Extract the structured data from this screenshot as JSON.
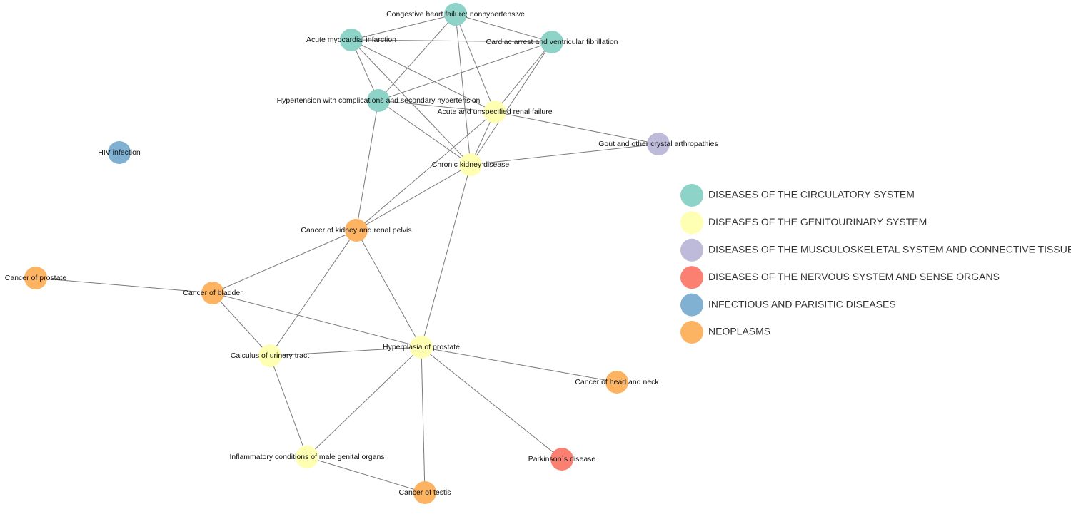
{
  "categories": [
    {
      "id": "circulatory",
      "label": "DISEASES OF THE CIRCULATORY SYSTEM",
      "color": "#8dd3c7"
    },
    {
      "id": "genitourinary",
      "label": "DISEASES OF THE GENITOURINARY SYSTEM",
      "color": "#ffffb3"
    },
    {
      "id": "musculoskeletal",
      "label": "DISEASES OF THE MUSCULOSKELETAL SYSTEM AND CONNECTIVE TISSUE",
      "color": "#bebada"
    },
    {
      "id": "nervous",
      "label": "DISEASES OF THE NERVOUS SYSTEM AND SENSE ORGANS",
      "color": "#fb8072"
    },
    {
      "id": "infectious",
      "label": "INFECTIOUS AND PARISITIC DISEASES",
      "color": "#80b1d3"
    },
    {
      "id": "neoplasms",
      "label": "NEOPLASMS",
      "color": "#fdb462"
    }
  ],
  "nodes": [
    {
      "id": "chf",
      "label": "Congestive heart failure; nonhypertensive",
      "category": "circulatory"
    },
    {
      "id": "ami",
      "label": "Acute myocardial infarction",
      "category": "circulatory"
    },
    {
      "id": "cardiac_arrest",
      "label": "Cardiac arrest and ventricular fibrillation",
      "category": "circulatory"
    },
    {
      "id": "hypertension",
      "label": "Hypertension with complications and secondary hypertension",
      "category": "circulatory"
    },
    {
      "id": "renal_failure",
      "label": "Acute and unspecified renal failure",
      "category": "genitourinary"
    },
    {
      "id": "hiv",
      "label": "HIV infection",
      "category": "infectious"
    },
    {
      "id": "gout",
      "label": "Gout and other crystal arthropathies",
      "category": "musculoskeletal"
    },
    {
      "id": "ckd",
      "label": "Chronic kidney disease",
      "category": "genitourinary"
    },
    {
      "id": "kidney_cancer",
      "label": "Cancer of kidney and renal pelvis",
      "category": "neoplasms"
    },
    {
      "id": "prostate_cancer",
      "label": "Cancer of prostate",
      "category": "neoplasms"
    },
    {
      "id": "bladder_cancer",
      "label": "Cancer of bladder",
      "category": "neoplasms"
    },
    {
      "id": "hyperplasia",
      "label": "Hyperplasia of prostate",
      "category": "genitourinary"
    },
    {
      "id": "calculus",
      "label": "Calculus of urinary tract",
      "category": "genitourinary"
    },
    {
      "id": "head_neck",
      "label": "Cancer of head and neck",
      "category": "neoplasms"
    },
    {
      "id": "inflammatory",
      "label": "Inflammatory conditions of male genital organs",
      "category": "genitourinary"
    },
    {
      "id": "parkinsons",
      "label": "Parkinson`s disease",
      "category": "nervous"
    },
    {
      "id": "testis_cancer",
      "label": "Cancer of testis",
      "category": "neoplasms"
    }
  ],
  "edges": [
    [
      "chf",
      "ami"
    ],
    [
      "chf",
      "cardiac_arrest"
    ],
    [
      "chf",
      "hypertension"
    ],
    [
      "chf",
      "renal_failure"
    ],
    [
      "chf",
      "ckd"
    ],
    [
      "ami",
      "hypertension"
    ],
    [
      "ami",
      "renal_failure"
    ],
    [
      "ami",
      "ckd"
    ],
    [
      "ami",
      "cardiac_arrest"
    ],
    [
      "cardiac_arrest",
      "hypertension"
    ],
    [
      "cardiac_arrest",
      "renal_failure"
    ],
    [
      "cardiac_arrest",
      "ckd"
    ],
    [
      "hypertension",
      "renal_failure"
    ],
    [
      "hypertension",
      "ckd"
    ],
    [
      "hypertension",
      "kidney_cancer"
    ],
    [
      "renal_failure",
      "ckd"
    ],
    [
      "renal_failure",
      "gout"
    ],
    [
      "renal_failure",
      "kidney_cancer"
    ],
    [
      "ckd",
      "gout"
    ],
    [
      "ckd",
      "kidney_cancer"
    ],
    [
      "ckd",
      "hyperplasia"
    ],
    [
      "kidney_cancer",
      "bladder_cancer"
    ],
    [
      "kidney_cancer",
      "calculus"
    ],
    [
      "kidney_cancer",
      "hyperplasia"
    ],
    [
      "prostate_cancer",
      "bladder_cancer"
    ],
    [
      "bladder_cancer",
      "calculus"
    ],
    [
      "bladder_cancer",
      "hyperplasia"
    ],
    [
      "calculus",
      "hyperplasia"
    ],
    [
      "calculus",
      "inflammatory"
    ],
    [
      "hyperplasia",
      "head_neck"
    ],
    [
      "hyperplasia",
      "inflammatory"
    ],
    [
      "hyperplasia",
      "parkinsons"
    ],
    [
      "hyperplasia",
      "testis_cancer"
    ],
    [
      "inflammatory",
      "testis_cancer"
    ]
  ]
}
